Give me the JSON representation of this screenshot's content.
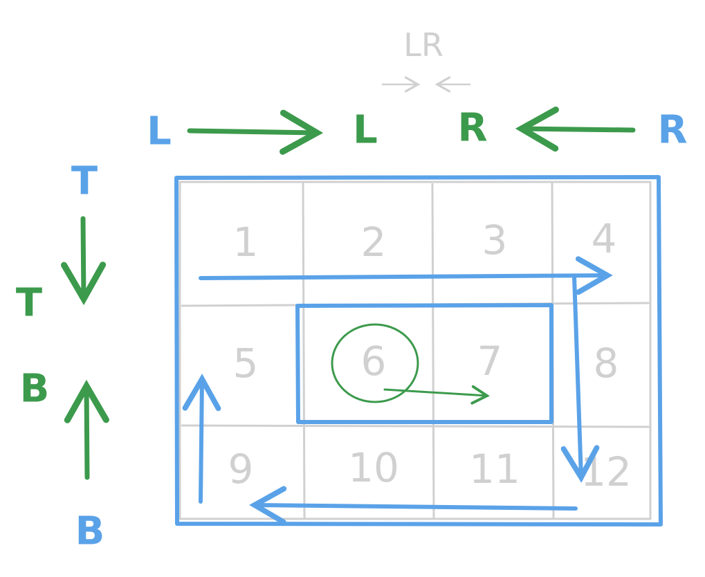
{
  "colors": {
    "blue": "#5aa2e8",
    "green": "#3c9a4c",
    "grey": "#d0d0d0"
  },
  "cells": [
    "1",
    "2",
    "3",
    "4",
    "5",
    "6",
    "7",
    "8",
    "9",
    "10",
    "11",
    "12"
  ],
  "top_labels": {
    "legend": "LR",
    "outer_left": "L",
    "inner_left": "L",
    "inner_right": "R",
    "outer_right": "R"
  },
  "side_labels": {
    "outer_top": "T",
    "inner_top": "T",
    "inner_bottom": "B",
    "outer_bottom": "B"
  }
}
